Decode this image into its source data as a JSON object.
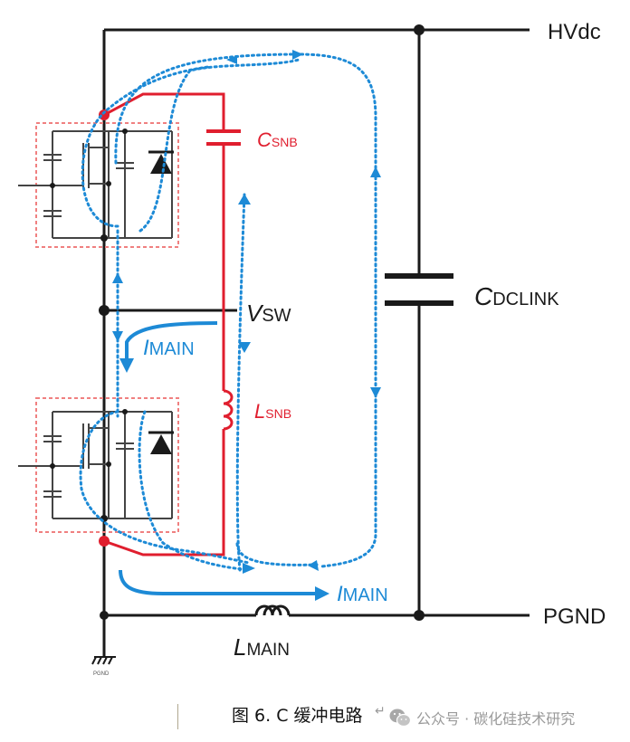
{
  "labels": {
    "hvdc": "HVdc",
    "pgnd": "PGND",
    "vsw_v": "V",
    "vsw_sub": "SW",
    "csnb_c": "C",
    "csnb_sub": "SNB",
    "lsnb_l": "L",
    "lsnb_sub": "SNB",
    "cdclink_c": "C",
    "cdclink_sub": "DCLINK",
    "imain_i": "I",
    "imain_sub": "MAIN",
    "imain2_i": "I",
    "imain2_sub": "MAIN",
    "lmain_l": "L",
    "lmain_sub": "MAIN",
    "pgnd_small": "PGND"
  },
  "colors": {
    "wire": "#1a1a1a",
    "snubber": "#e01e2e",
    "current": "#1d8ad6",
    "module_box": "#f08080"
  },
  "caption": {
    "text": "图 6. C 缓冲电路",
    "return_mark": "↵"
  },
  "watermark": {
    "icon": "wechat-icon",
    "text": "公众号 · 碳化硅技术研究"
  }
}
